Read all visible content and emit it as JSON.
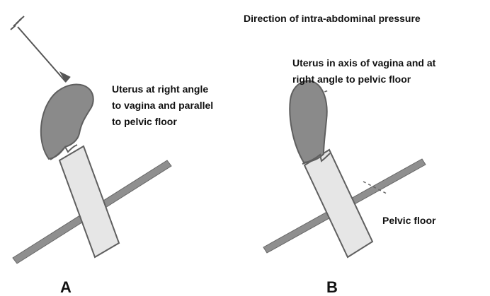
{
  "labels": {
    "pressure_direction": "Direction of intra-abdominal pressure",
    "uterus_a": [
      "Uterus at right angle",
      "to vagina and parallel",
      "to pelvic floor"
    ],
    "uterus_b": [
      "Uterus in axis of vagina and at",
      "right angle to pelvic floor"
    ],
    "pelvic_floor": "Pelvic floor",
    "panel_a": "A",
    "panel_b": "B"
  },
  "colors": {
    "uterus_fill": "#8a8a8a",
    "uterus_stroke": "#5f5f5f",
    "vagina_fill": "#e6e6e6",
    "floor_fill": "#8f8f8f",
    "line": "#555555"
  }
}
